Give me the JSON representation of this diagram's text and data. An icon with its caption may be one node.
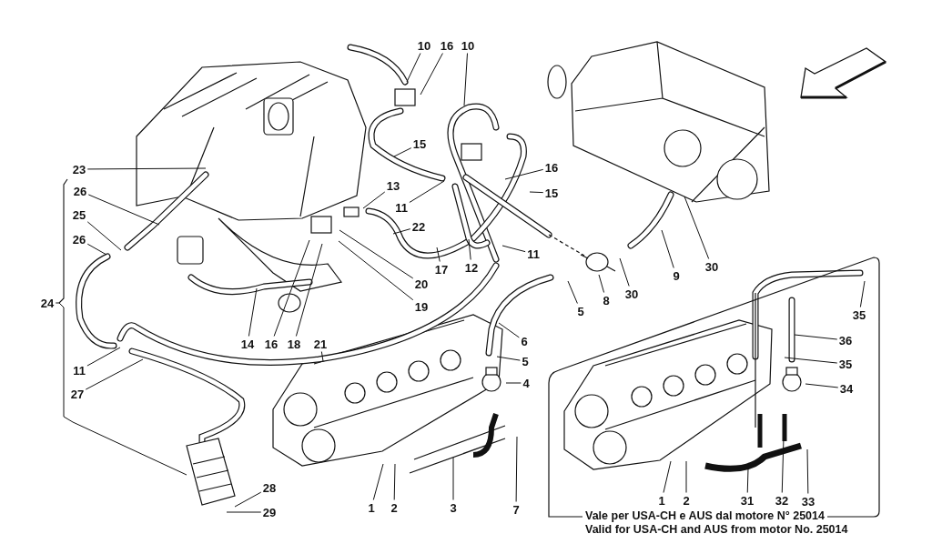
{
  "diagram": {
    "nodes": [
      {
        "text": [
          "10"
        ]
      },
      {
        "text": [
          "16"
        ]
      },
      {
        "text": [
          "10"
        ]
      },
      {
        "text": [
          "15"
        ]
      },
      {
        "text": [
          "16"
        ]
      },
      {
        "text": [
          "23"
        ]
      },
      {
        "text": [
          "13"
        ]
      },
      {
        "text": [
          "26"
        ]
      },
      {
        "text": [
          "15"
        ]
      },
      {
        "text": [
          "11"
        ]
      },
      {
        "text": [
          "25"
        ]
      },
      {
        "text": [
          "22"
        ]
      },
      {
        "text": [
          "26"
        ]
      },
      {
        "text": [
          "11"
        ]
      },
      {
        "text": [
          "12"
        ]
      },
      {
        "text": [
          "17"
        ]
      },
      {
        "text": [
          "30"
        ]
      },
      {
        "text": [
          "9"
        ]
      },
      {
        "text": [
          "20"
        ]
      },
      {
        "text": [
          "8"
        ]
      },
      {
        "text": [
          "30"
        ]
      },
      {
        "text": [
          "19"
        ]
      },
      {
        "text": [
          "5"
        ]
      },
      {
        "text": [
          "6"
        ]
      },
      {
        "text": [
          "14"
        ]
      },
      {
        "text": [
          "16"
        ]
      },
      {
        "text": [
          "18"
        ]
      },
      {
        "text": [
          "21"
        ]
      },
      {
        "text": [
          "5"
        ]
      },
      {
        "text": [
          "11"
        ]
      },
      {
        "text": [
          "4"
        ]
      },
      {
        "text": [
          "27"
        ]
      },
      {
        "text": [
          "28"
        ]
      },
      {
        "text": [
          "29"
        ]
      },
      {
        "text": [
          "1"
        ]
      },
      {
        "text": [
          "2"
        ]
      },
      {
        "text": [
          "3"
        ]
      },
      {
        "text": [
          "7"
        ]
      },
      {
        "text": [
          "Vale per USA-CH e AUS dal motore N° 25014",
          "Valid for USA-CH and AUS from motor No. 25014"
        ]
      },
      {
        "text": [
          "35"
        ],
        "in": 38
      },
      {
        "text": [
          "36"
        ],
        "in": 38
      },
      {
        "text": [
          "35"
        ],
        "in": 38
      },
      {
        "text": [
          "34"
        ],
        "in": 38
      },
      {
        "text": [
          "1"
        ],
        "in": 38
      },
      {
        "text": [
          "2"
        ],
        "in": 38
      },
      {
        "text": [
          "31"
        ],
        "in": 38
      },
      {
        "text": [
          "32"
        ],
        "in": 38
      },
      {
        "text": [
          "33"
        ],
        "in": 38
      },
      {
        "text": [
          "24"
        ]
      }
    ],
    "edges": [
      {
        "from": 0,
        "to": null,
        "arrow": "none"
      },
      {
        "from": 1,
        "to": null,
        "arrow": "none"
      },
      {
        "from": 2,
        "to": null,
        "arrow": "none"
      },
      {
        "from": 3,
        "to": null,
        "arrow": "none"
      },
      {
        "from": 4,
        "to": null,
        "arrow": "none"
      },
      {
        "from": 5,
        "to": null,
        "arrow": "none"
      },
      {
        "from": 6,
        "to": null,
        "arrow": "none"
      },
      {
        "from": 7,
        "to": null,
        "arrow": "none"
      },
      {
        "from": 8,
        "to": null,
        "arrow": "none"
      },
      {
        "from": 9,
        "to": null,
        "arrow": "none"
      },
      {
        "from": 10,
        "to": null,
        "arrow": "none"
      },
      {
        "from": 11,
        "to": null,
        "arrow": "none"
      },
      {
        "from": 12,
        "to": null,
        "arrow": "none"
      },
      {
        "from": 13,
        "to": null,
        "arrow": "none"
      },
      {
        "from": 14,
        "to": null,
        "arrow": "none"
      },
      {
        "from": 15,
        "to": null,
        "arrow": "none"
      },
      {
        "from": 16,
        "to": null,
        "arrow": "none"
      },
      {
        "from": 17,
        "to": null,
        "arrow": "none"
      },
      {
        "from": 18,
        "to": null,
        "arrow": "none"
      },
      {
        "from": 19,
        "to": null,
        "arrow": "none"
      },
      {
        "from": 20,
        "to": null,
        "arrow": "none"
      },
      {
        "from": 21,
        "to": null,
        "arrow": "none"
      },
      {
        "from": 22,
        "to": null,
        "arrow": "none"
      },
      {
        "from": 23,
        "to": null,
        "arrow": "none"
      },
      {
        "from": 24,
        "to": null,
        "arrow": "none"
      },
      {
        "from": 25,
        "to": null,
        "arrow": "none"
      },
      {
        "from": 26,
        "to": null,
        "arrow": "none"
      },
      {
        "from": 27,
        "to": null,
        "arrow": "none"
      },
      {
        "from": 28,
        "to": null,
        "arrow": "none"
      },
      {
        "from": 29,
        "to": null,
        "arrow": "none"
      },
      {
        "from": 30,
        "to": null,
        "arrow": "none"
      },
      {
        "from": 31,
        "to": null,
        "arrow": "none"
      },
      {
        "from": 32,
        "to": null,
        "arrow": "none"
      },
      {
        "from": 33,
        "to": null,
        "arrow": "none"
      },
      {
        "from": 34,
        "to": null,
        "arrow": "none"
      },
      {
        "from": 35,
        "to": null,
        "arrow": "none"
      },
      {
        "from": 36,
        "to": null,
        "arrow": "none"
      },
      {
        "from": 37,
        "to": null,
        "arrow": "none"
      },
      {
        "from": 39,
        "to": null,
        "arrow": "none"
      },
      {
        "from": 40,
        "to": null,
        "arrow": "none"
      },
      {
        "from": 41,
        "to": null,
        "arrow": "none"
      },
      {
        "from": 42,
        "to": null,
        "arrow": "none"
      },
      {
        "from": 43,
        "to": null,
        "arrow": "none"
      },
      {
        "from": 44,
        "to": null,
        "arrow": "none"
      },
      {
        "from": 45,
        "to": null,
        "arrow": "none"
      },
      {
        "from": 46,
        "to": null,
        "arrow": "none"
      },
      {
        "from": 47,
        "to": null,
        "arrow": "none"
      },
      {
        "from": 48,
        "to": null,
        "arrow": "none"
      }
    ]
  }
}
